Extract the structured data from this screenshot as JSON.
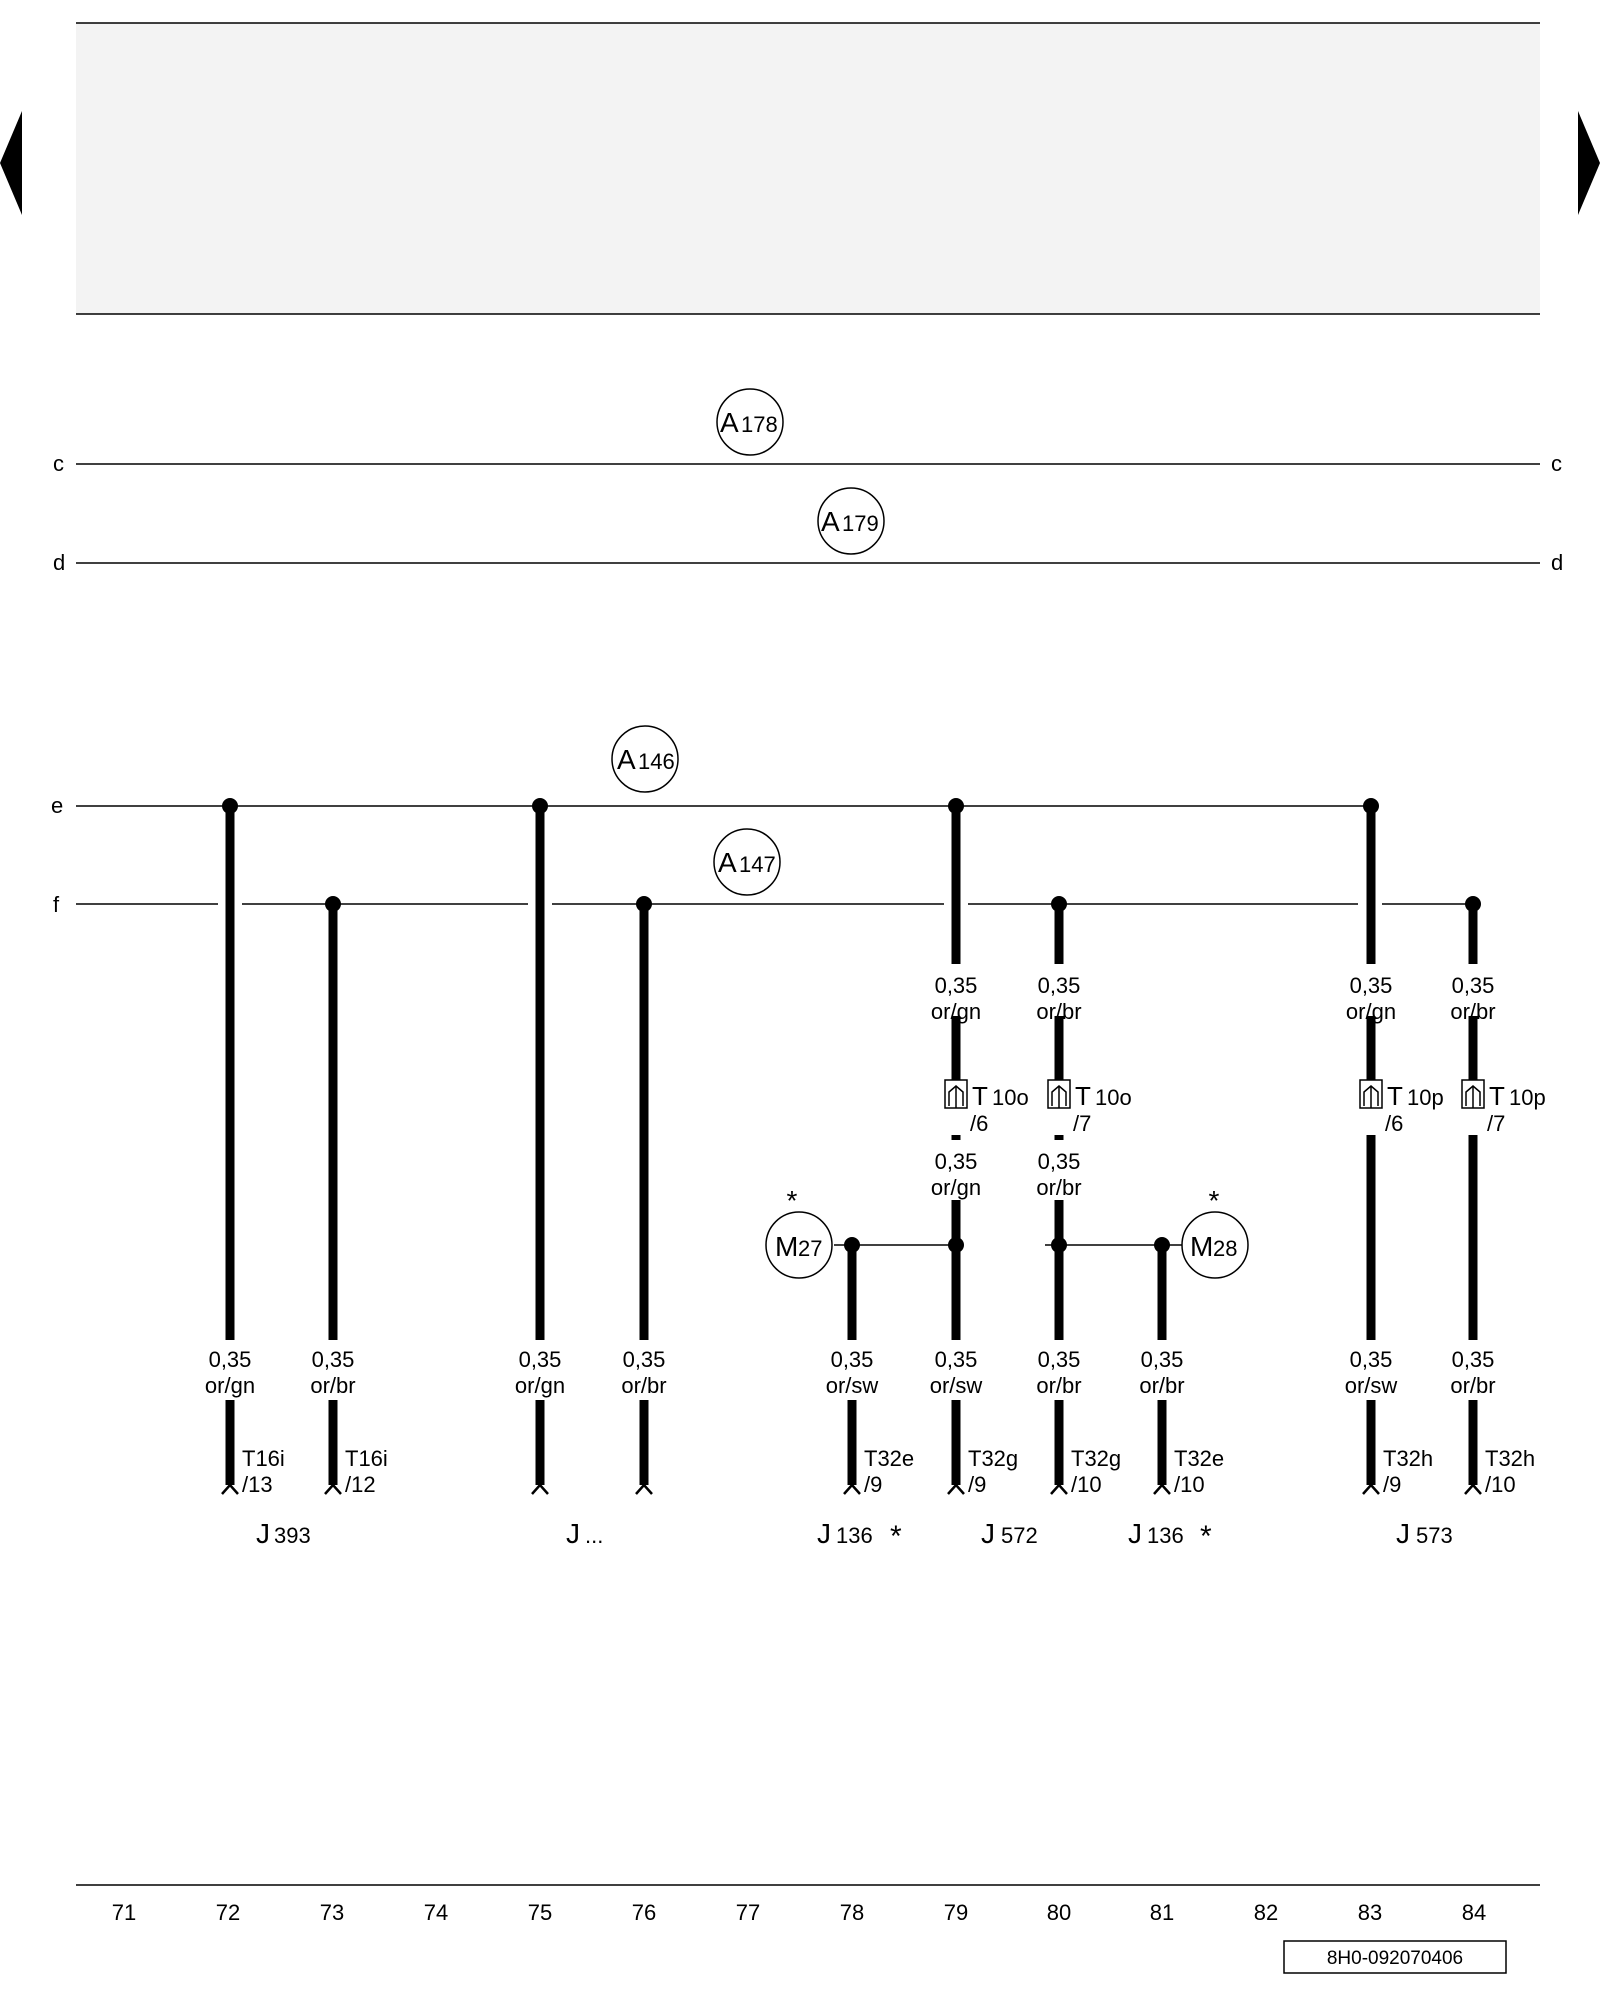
{
  "header": {
    "fill_color": "#f3f3f3"
  },
  "navigation": {
    "prev_icon": "triangle-left-icon",
    "next_icon": "triangle-right-icon"
  },
  "bus_lines": {
    "c": {
      "label_left": "c",
      "label_right": "c",
      "node": {
        "letter": "A",
        "number": "178"
      }
    },
    "d": {
      "label_left": "d",
      "label_right": "d",
      "node": {
        "letter": "A",
        "number": "179"
      }
    },
    "e": {
      "label_left": "e",
      "node": {
        "letter": "A",
        "number": "146"
      }
    },
    "f": {
      "label_left": "f",
      "node": {
        "letter": "A",
        "number": "147"
      }
    }
  },
  "wire_labels": [
    {
      "id": "w72",
      "gauge": "0,35",
      "color": "or/gn",
      "pin": "T16i",
      "pin_num": "/13"
    },
    {
      "id": "w73",
      "gauge": "0,35",
      "color": "or/br",
      "pin": "T16i",
      "pin_num": "/12"
    },
    {
      "id": "w75",
      "gauge": "0,35",
      "color": "or/gn"
    },
    {
      "id": "w76",
      "gauge": "0,35",
      "color": "or/br"
    },
    {
      "id": "w78",
      "gauge": "0,35",
      "color": "or/sw",
      "pin": "T32e",
      "pin_num": "/9"
    },
    {
      "id": "w79",
      "gauge": "0,35",
      "color": "or/sw",
      "pin": "T32g",
      "pin_num": "/9"
    },
    {
      "id": "w80",
      "gauge": "0,35",
      "color": "or/br",
      "pin": "T32g",
      "pin_num": "/10"
    },
    {
      "id": "w81",
      "gauge": "0,35",
      "color": "or/br",
      "pin": "T32e",
      "pin_num": "/10"
    },
    {
      "id": "w83",
      "gauge": "0,35",
      "color": "or/sw",
      "pin": "T32h",
      "pin_num": "/9"
    },
    {
      "id": "w84",
      "gauge": "0,35",
      "color": "or/br",
      "pin": "T32h",
      "pin_num": "/10"
    }
  ],
  "upper_labels": [
    {
      "id": "u79a",
      "gauge": "0,35",
      "color": "or/gn"
    },
    {
      "id": "u80a",
      "gauge": "0,35",
      "color": "or/br"
    },
    {
      "id": "u83a",
      "gauge": "0,35",
      "color": "or/gn"
    },
    {
      "id": "u84a",
      "gauge": "0,35",
      "color": "or/br"
    },
    {
      "id": "u79b",
      "gauge": "0,35",
      "color": "or/gn"
    },
    {
      "id": "u80b",
      "gauge": "0,35",
      "color": "or/br"
    }
  ],
  "connectors": [
    {
      "id": "c79",
      "letter": "T",
      "name": "10o",
      "pin": "/6",
      "icon": "connector-icon"
    },
    {
      "id": "c80",
      "letter": "T",
      "name": "10o",
      "pin": "/7",
      "icon": "connector-icon"
    },
    {
      "id": "c83",
      "letter": "T",
      "name": "10p",
      "pin": "/6",
      "icon": "connector-icon"
    },
    {
      "id": "c84",
      "letter": "T",
      "name": "10p",
      "pin": "/7",
      "icon": "connector-icon"
    }
  ],
  "splices": [
    {
      "id": "m27",
      "letter": "M",
      "number": "27",
      "asterisk": "*"
    },
    {
      "id": "m28",
      "letter": "M",
      "number": "28",
      "asterisk": "*"
    }
  ],
  "components": [
    {
      "id": "j393",
      "letter": "J",
      "number": "393"
    },
    {
      "id": "jdots",
      "letter": "J",
      "number": "..."
    },
    {
      "id": "j136a",
      "letter": "J",
      "number": "136",
      "asterisk": "*"
    },
    {
      "id": "j572",
      "letter": "J",
      "number": "572"
    },
    {
      "id": "j136b",
      "letter": "J",
      "number": "136",
      "asterisk": "*"
    },
    {
      "id": "j573",
      "letter": "J",
      "number": "573"
    }
  ],
  "grid_numbers": [
    "71",
    "72",
    "73",
    "74",
    "75",
    "76",
    "77",
    "78",
    "79",
    "80",
    "81",
    "82",
    "83",
    "84"
  ],
  "document_code": "8H0-092070406"
}
